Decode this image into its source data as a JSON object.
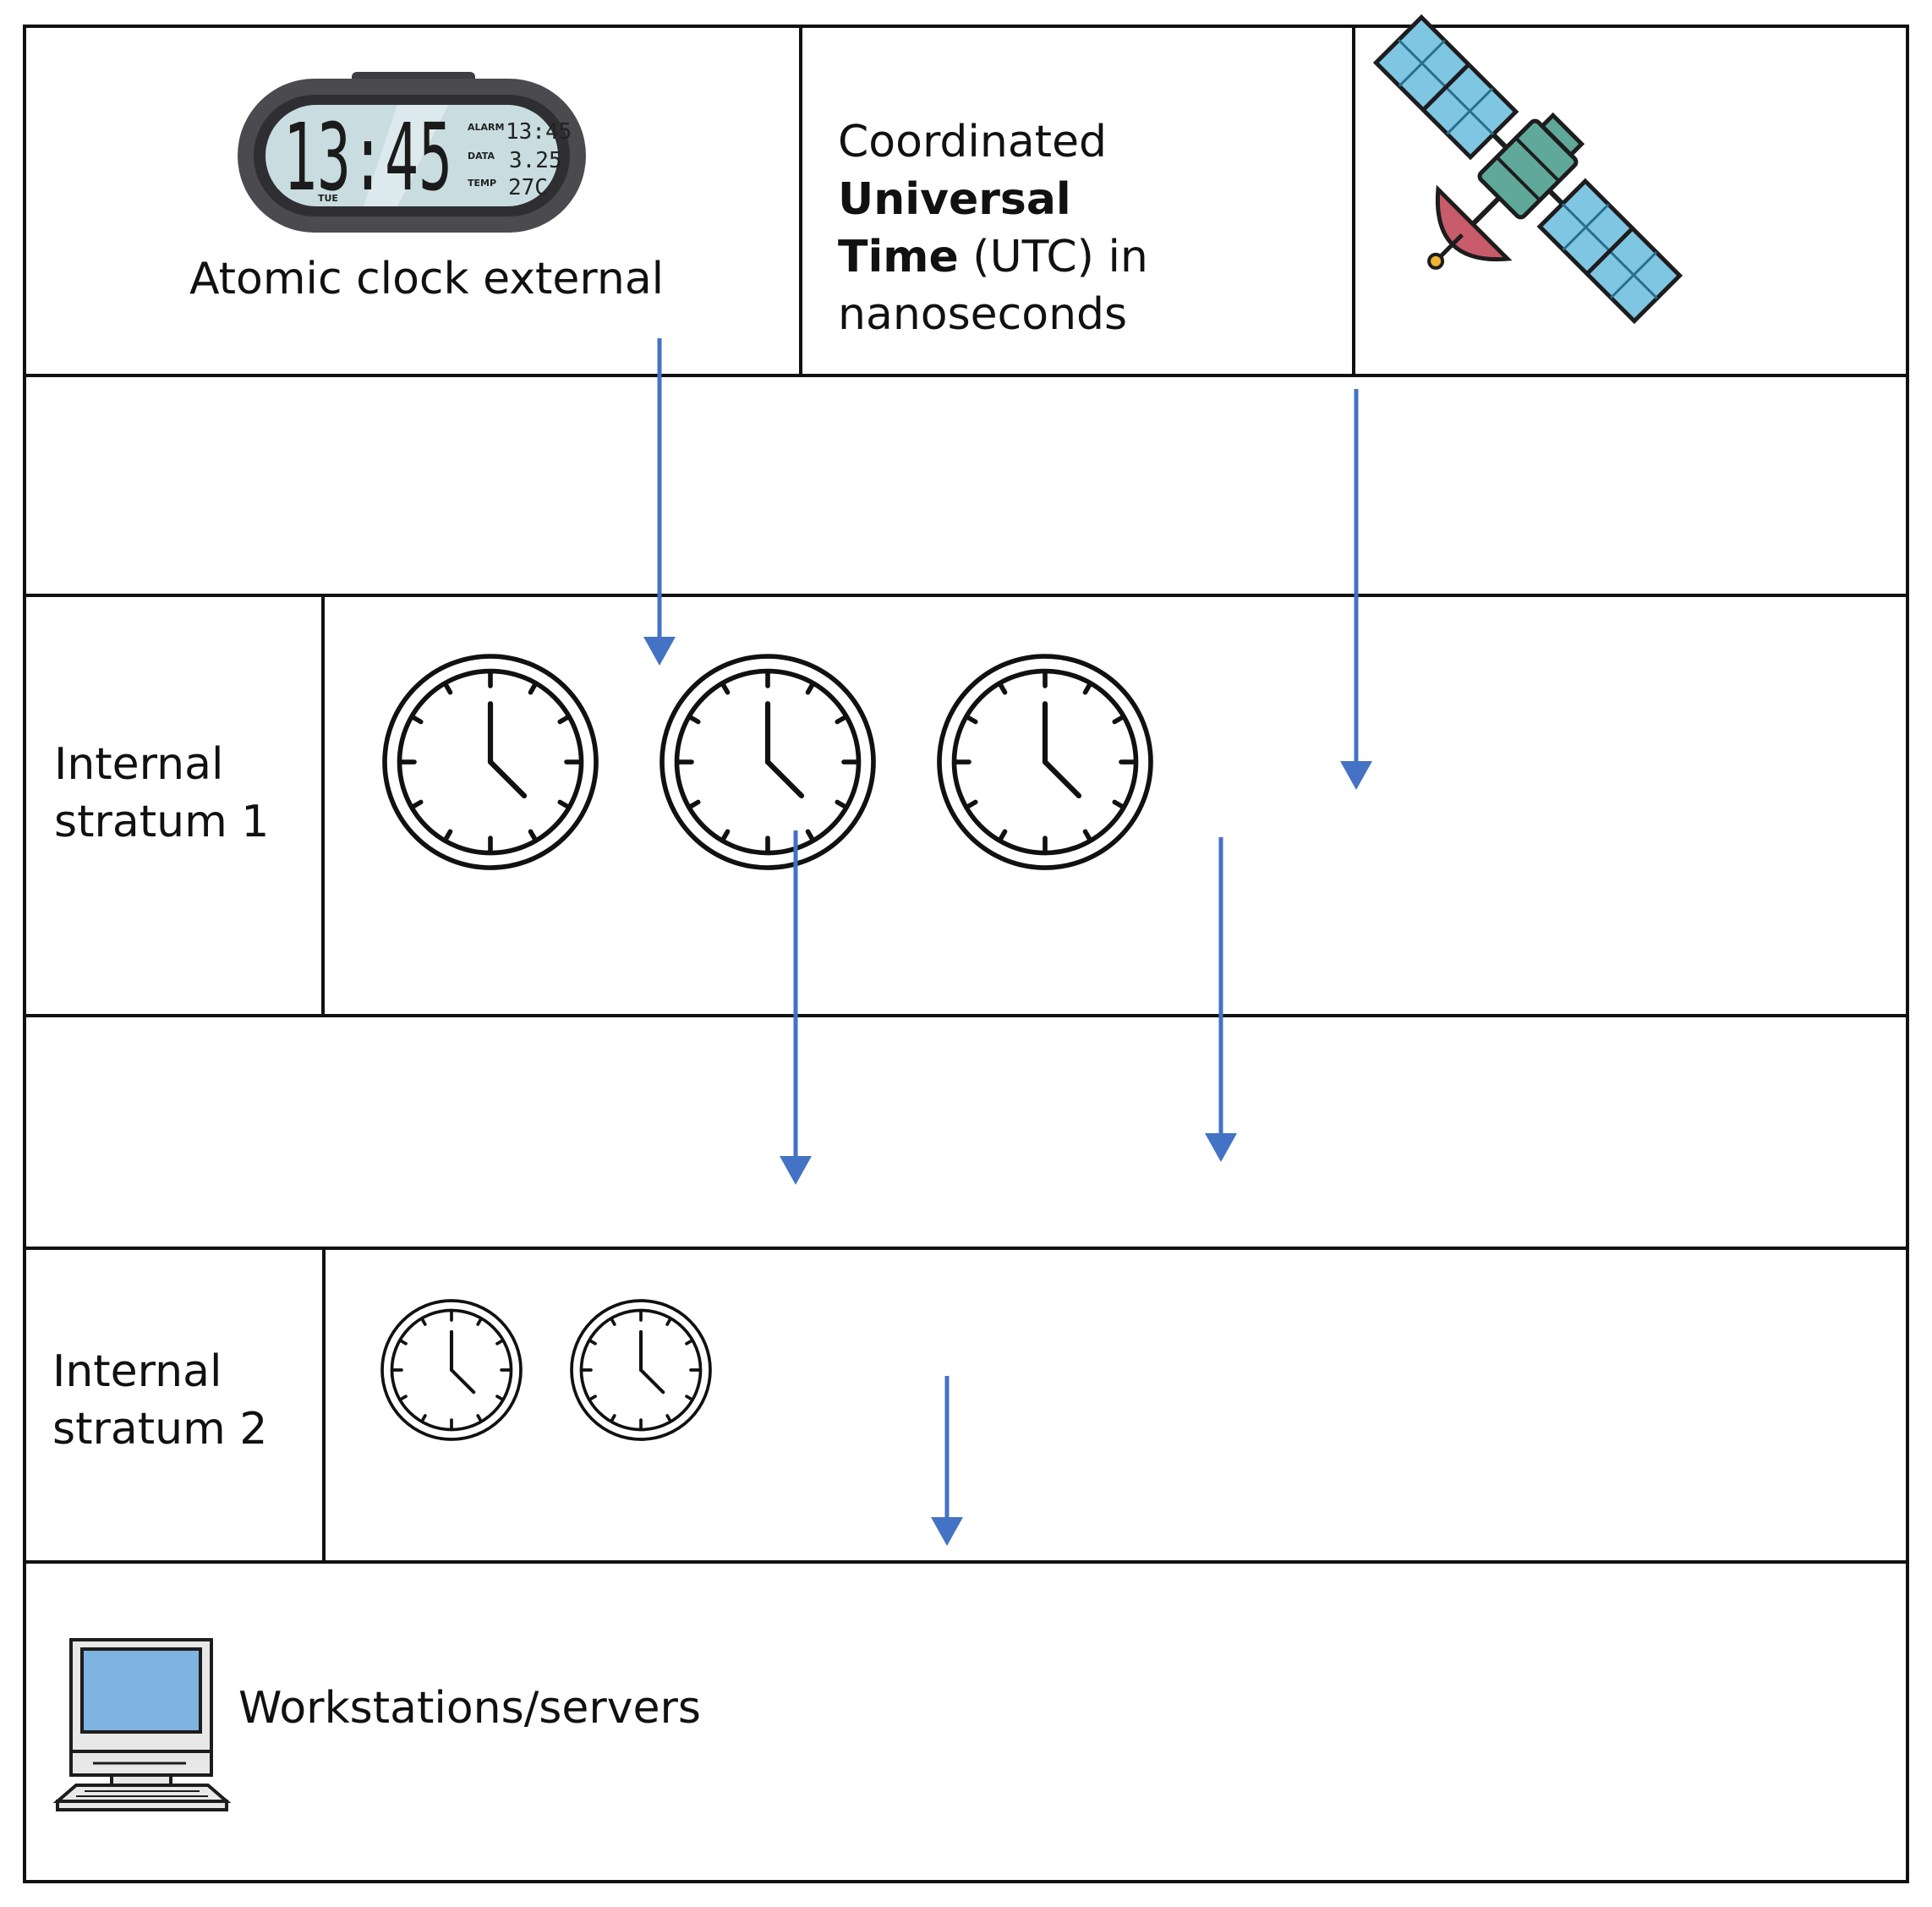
{
  "atomic_clock": {
    "label": "Atomic clock external",
    "display_time": "13:45",
    "alarm_label": "ALARM",
    "alarm_value": "13:45",
    "data_label": "DATA",
    "data_value": "3.25",
    "temp_label": "TEMP",
    "temp_value": "27C",
    "day_label": "TUE"
  },
  "utc": {
    "part1": "Coordinated ",
    "bold1": "Universal",
    "bold2": "Time",
    "part2": " (UTC) in",
    "part3": "nanoseconds"
  },
  "stratum1": {
    "label": "Internal\nstratum 1"
  },
  "stratum2": {
    "label": "Internal\nstratum 2"
  },
  "workstations": {
    "label": "Workstations/servers"
  },
  "colors": {
    "arrow": "#4472C4",
    "border": "#111111",
    "monitor_screen": "#7FB3E0",
    "satellite_body": "#5FA89A",
    "satellite_panel": "#7FC6E3",
    "satellite_dish": "#C85C6B",
    "clock_bezel": "#4A4A4F",
    "clock_lcd": "#C9DDE0"
  },
  "icons": [
    "digital-alarm-clock-icon",
    "satellite-icon",
    "analog-clock-icon",
    "computer-workstation-icon"
  ]
}
